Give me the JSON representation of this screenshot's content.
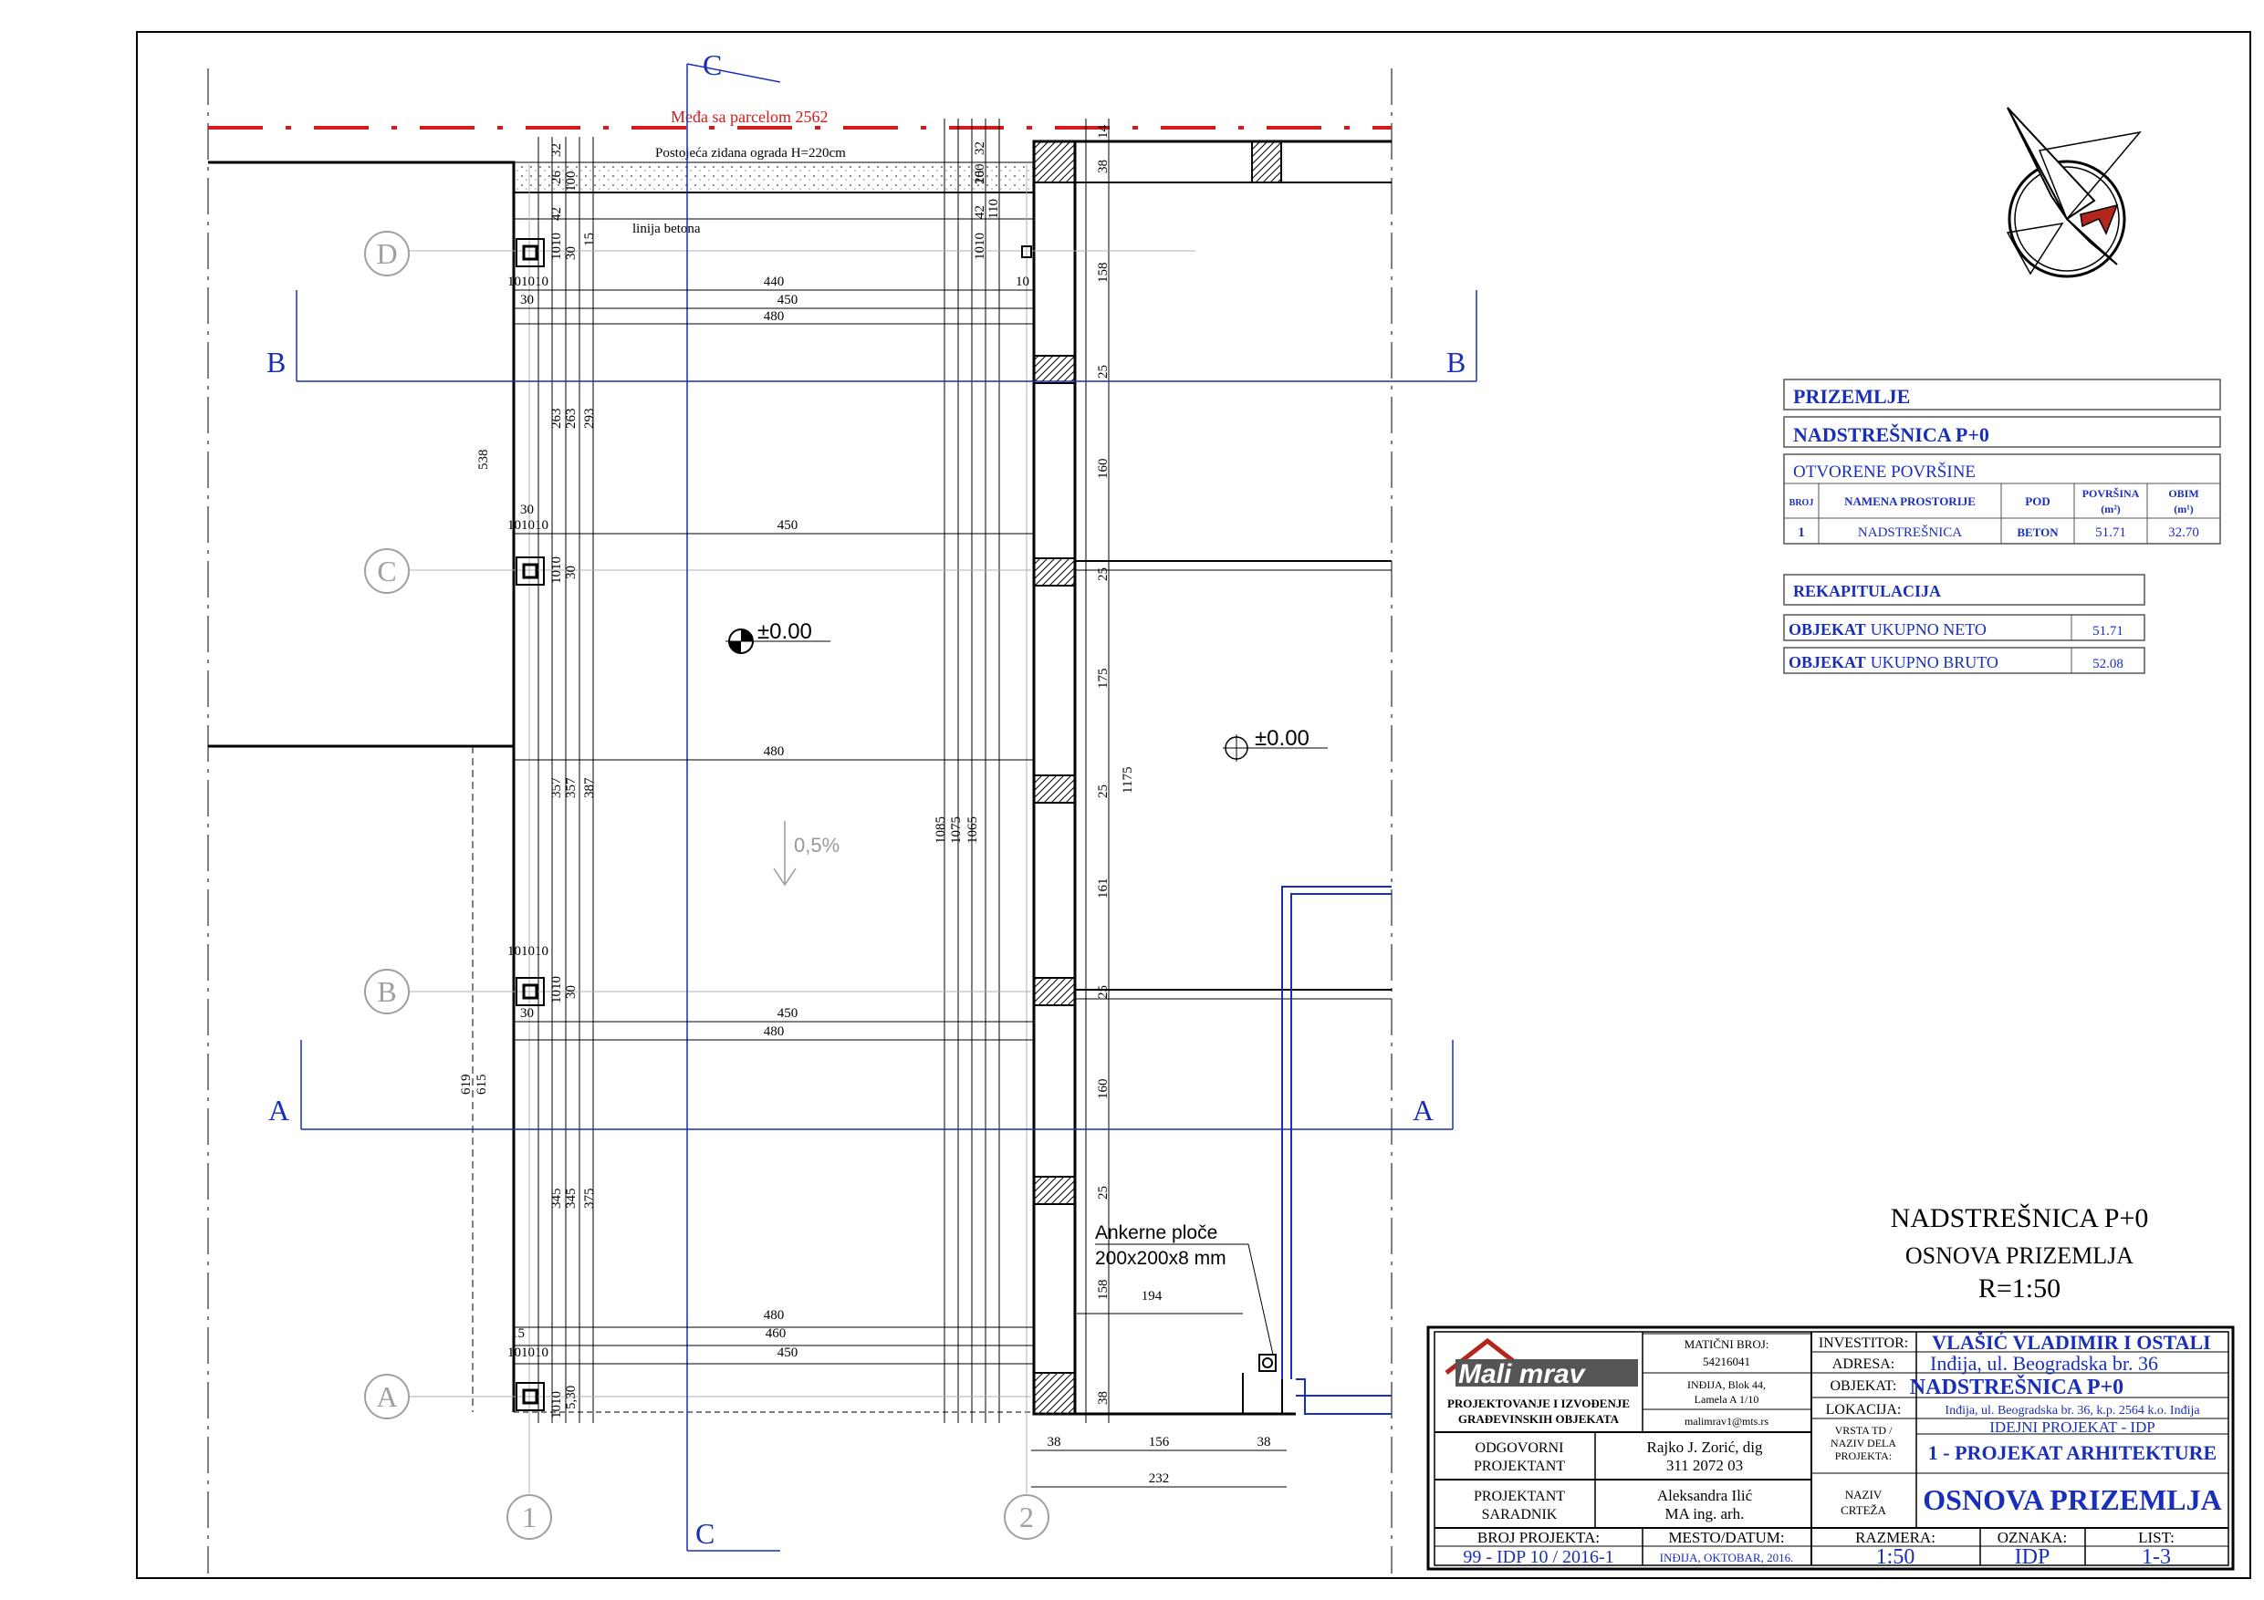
{
  "plan": {
    "boundary_label": "Međa sa parcelom 2562",
    "wall_label": "Postojeća zidana ograda H=220cm",
    "concrete_label": "linija betona",
    "anchor_label_1": "Ankerne ploče",
    "anchor_label_2": "200x200x8 mm",
    "level_1": "±0.00",
    "level_2": "±0.00",
    "slope": "0,5%",
    "axes_rows": [
      "D",
      "C",
      "B",
      "A"
    ],
    "axes_cols": [
      "1",
      "2"
    ],
    "sections": {
      "a": "A",
      "b": "B",
      "c": "C"
    },
    "dims": {
      "d32": "32",
      "d26": "26",
      "d100": "100",
      "d42": "42",
      "d1010": "1010",
      "d30": "30",
      "d15": "15",
      "d440": "440",
      "d450": "450",
      "d480": "480",
      "d10": "10",
      "d101010": "101010",
      "d263": "263",
      "d293": "293",
      "d538": "538",
      "d357": "357",
      "d387": "387",
      "d345": "345",
      "d375": "375",
      "d619": "619",
      "d615": "615",
      "d460": "460",
      "d1085": "1085",
      "d1075": "1075",
      "d1065": "1065",
      "d110": "110",
      "d38": "38",
      "d158": "158",
      "d25": "25",
      "d160": "160",
      "d175": "175",
      "d161": "161",
      "d1175": "1175",
      "d14": "14",
      "d194": "194",
      "d156": "156",
      "d232": "232",
      "d530": "5,30"
    }
  },
  "legend": {
    "title": "PRIZEMLJE",
    "subtitle": "NADSTREŠNICA P+0",
    "section_title": "OTVORENE POVRŠINE",
    "col_broj": "BROJ",
    "col_namena": "NAMENA PROSTORIJE",
    "col_pod": "POD",
    "col_povrsina_1": "POVRŠINA",
    "col_povrsina_2": "(m²)",
    "col_obim_1": "OBIM",
    "col_obim_2": "(m¹)",
    "row_broj": "1",
    "row_namena": "NADSTREŠNICA",
    "row_pod": "BETON",
    "row_povrsina": "51.71",
    "row_obim": "32.70",
    "recap_title": "REKAPITULACIJA",
    "neto_bold": "OBJEKAT",
    "neto_rest": "UKUPNO NETO",
    "neto_value": "51.71",
    "bruto_bold": "OBJEKAT",
    "bruto_rest": "UKUPNO BRUTO",
    "bruto_value": "52.08"
  },
  "drawing_title": {
    "line1": "NADSTREŠNICA  P+0",
    "line2": "OSNOVA PRIZEMLJA",
    "line3": "R=1:50"
  },
  "title_block": {
    "logo_text": "Mali mrav",
    "company_1": "PROJEKTOVANJE I IZVOĐENJE",
    "company_2": "GRAĐEVINSKIH OBJEKATA",
    "mb_label": "MATIČNI BROJ:",
    "mb_value": "54216041",
    "address_1": "INĐIJA, Blok 44,",
    "address_2": "Lamela A 1/10",
    "email": "malimrav1@mts.rs",
    "investitor_label": "INVESTITOR:",
    "investitor_value": "VLAŠIĆ VLADIMIR I OSTALI",
    "adresa_label": "ADRESA:",
    "adresa_value": "Inđija, ul. Beogradska br. 36",
    "objekat_label": "OBJEKAT:",
    "objekat_value": "NADSTREŠNICA P+0",
    "lokacija_label": "LOKACIJA:",
    "lokacija_value": "Inđija, ul. Beogradska br. 36, k.p. 2564 k.o. Inđija",
    "vrsta_label_1": "VRSTA TD /",
    "vrsta_label_2": "NAZIV DELA",
    "vrsta_label_3": "PROJEKTA:",
    "vrsta_value_1": "IDEJNI PROJEKAT - IDP",
    "vrsta_value_2": "1 - PROJEKAT ARHITEKTURE",
    "odg_label_1": "ODGOVORNI",
    "odg_label_2": "PROJEKTANT",
    "odg_value_1": "Rajko J. Zorić, dig",
    "odg_value_2": "311 2072 03",
    "sar_label_1": "PROJEKTANT",
    "sar_label_2": "SARADNIK",
    "sar_value_1": "Aleksandra Ilić",
    "sar_value_2": "MA ing. arh.",
    "naziv_label_1": "NAZIV",
    "naziv_label_2": "CRTEŽA",
    "naziv_value": "OSNOVA  PRIZEMLJA",
    "broj_label": "BROJ PROJEKTA:",
    "broj_value": "99 - IDP 10 / 2016-1",
    "mesto_label": "MESTO/DATUM:",
    "mesto_value": "INĐIJA, OKTOBAR, 2016.",
    "razmera_label": "RAZMERA:",
    "razmera_value": "1:50",
    "oznaka_label": "OZNAKA:",
    "oznaka_value": "IDP",
    "list_label": "LIST:",
    "list_value": "1-3"
  }
}
